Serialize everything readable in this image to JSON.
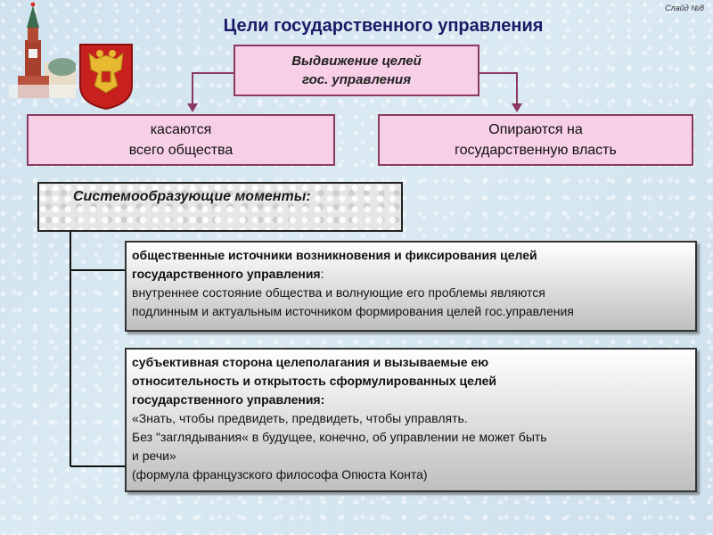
{
  "slide_number": "Слайд №8",
  "title": "Цели государственного управления",
  "goal_box": {
    "line1": "Выдвижение целей",
    "line2": "гос. управления"
  },
  "concern_box": {
    "line1": "касаются",
    "line2": "всего общества"
  },
  "rely_box": {
    "line1": "Опираются на",
    "line2": "государственную власть"
  },
  "system_box": {
    "label": "Системообразующие моменты:"
  },
  "box1": {
    "heading1": "общественные источники возникновения и  фиксирования целей",
    "heading2": "государственного управления",
    "heading2_tail": ":",
    "text1": "внутреннее состояние общества и волнующие его проблемы являются",
    "text2": " подлинным и актуальным источником формирования целей гос.управления"
  },
  "box2": {
    "heading1": "субъективная сторона целеполагания и вызываемые ею",
    "heading2": "относительность и открытость сформулированных целей",
    "heading3": "государственного управления:",
    "text1": "«Знать, чтобы предвидеть, предвидеть, чтобы управлять.",
    "text2": "Без \"заглядывания«  в будущее, конечно, об управлении не может быть",
    "text3": " и речи»",
    "text4": " (формула французского философа Опюста Конта)"
  }
}
